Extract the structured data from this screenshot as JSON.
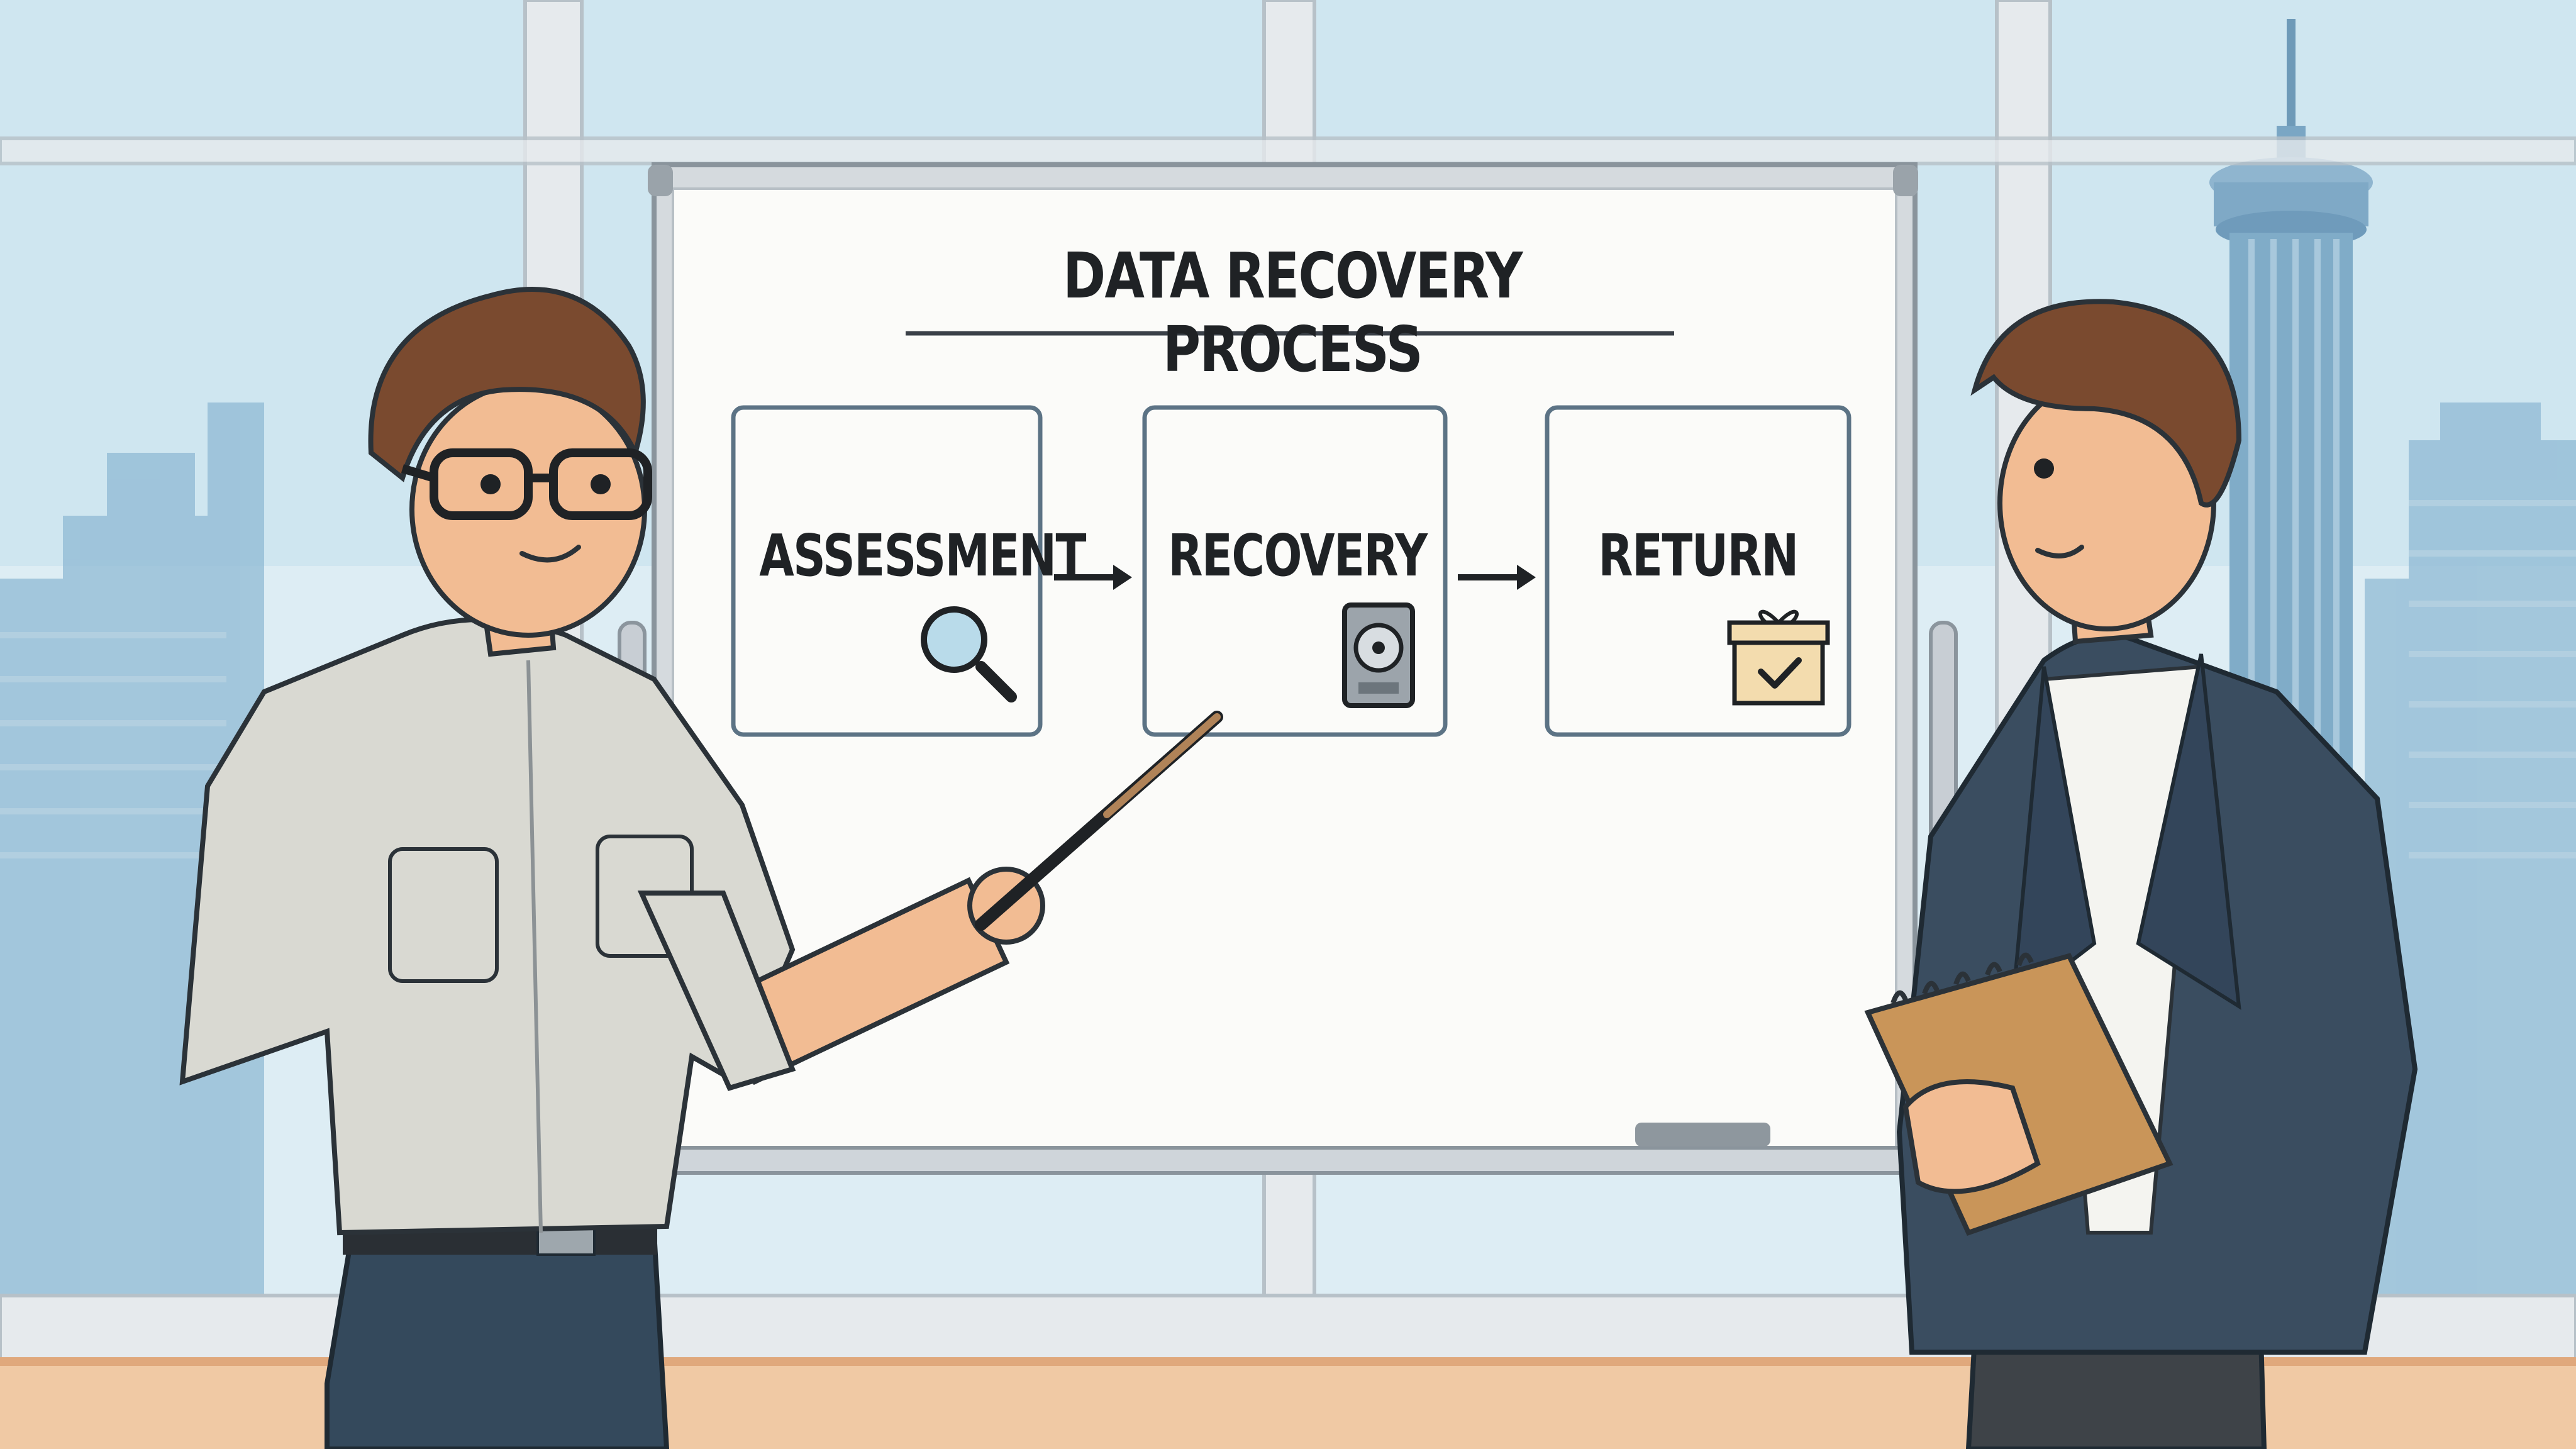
{
  "whiteboard": {
    "title": "DATA RECOVERY PROCESS",
    "steps": [
      {
        "label": "ASSESSMENT",
        "icon": "magnifying-glass-icon"
      },
      {
        "label": "RECOVERY",
        "icon": "hard-drive-icon"
      },
      {
        "label": "RETURN",
        "icon": "gift-box-check-icon"
      }
    ]
  },
  "colors": {
    "sky": "#cfe6f0",
    "skyline": "#8fb9d4",
    "frame": "#e6eaed",
    "floor": "#f0c9a4",
    "board": "#fbfbf9",
    "outline": "#2b3238",
    "box_border": "#5c7385",
    "shirt_left": "#d9d9d2",
    "suit": "#3a4d60",
    "pants": "#34495c",
    "hair": "#7a4a2f",
    "skin": "#f2bc93",
    "notepad": "#c99559"
  }
}
